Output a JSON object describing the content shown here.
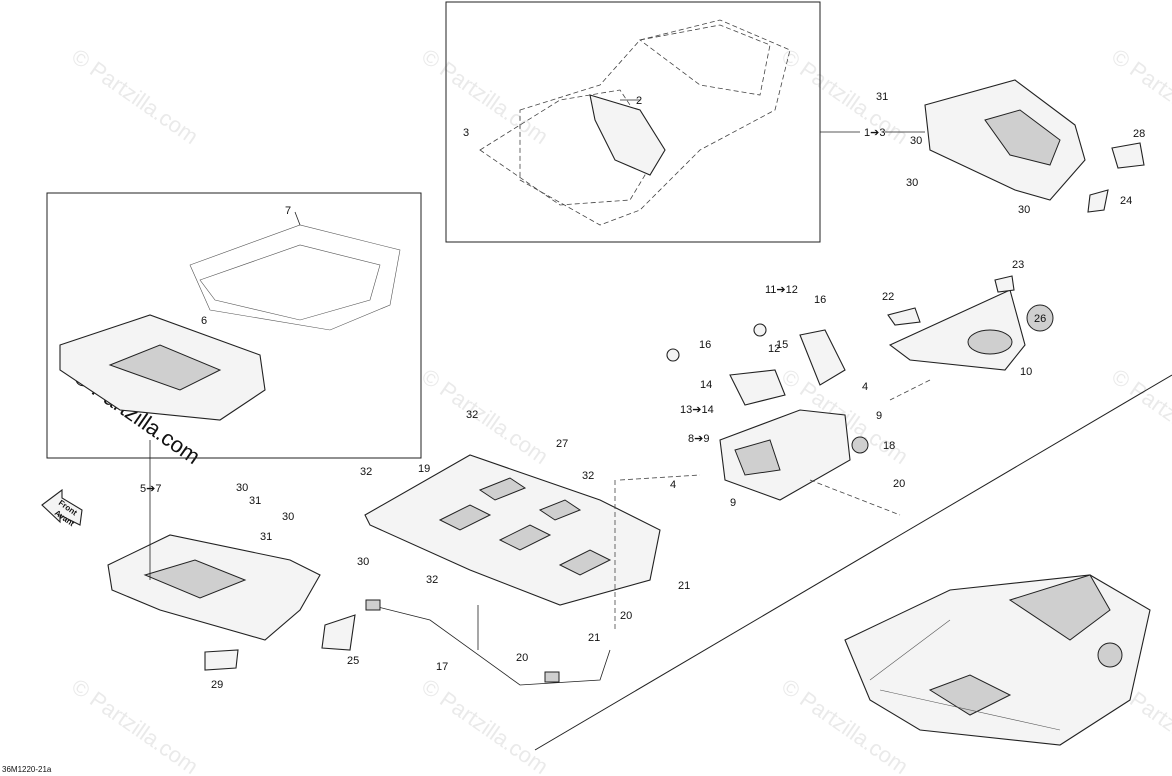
{
  "watermark": "© Partzilla.com",
  "diagram_code": "36M1220-21a",
  "front_label": [
    "Front",
    "Avant"
  ],
  "callouts": [
    "1➔3",
    "2",
    "3",
    "4",
    "4",
    "5➔7",
    "6",
    "7",
    "8➔9",
    "9",
    "9",
    "10",
    "11➔12",
    "12",
    "13➔14",
    "14",
    "15",
    "16",
    "16",
    "17",
    "18",
    "19",
    "20",
    "20",
    "20",
    "21",
    "21",
    "22",
    "23",
    "24",
    "25",
    "26",
    "27",
    "28",
    "29",
    "30",
    "30",
    "30",
    "30",
    "30",
    "30",
    "31",
    "31",
    "31",
    "32",
    "32",
    "32",
    "32"
  ]
}
